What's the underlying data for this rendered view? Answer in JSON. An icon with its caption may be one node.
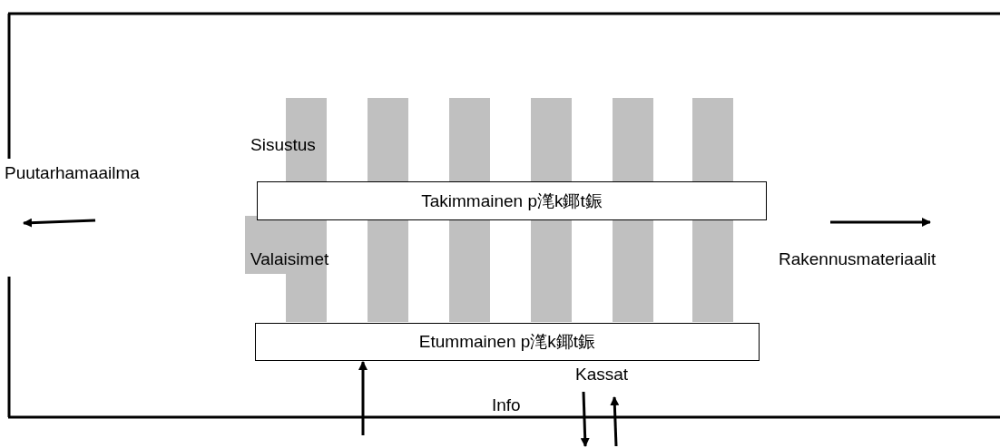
{
  "diagram": {
    "nodes": [
      {
        "text": [
          "Takimmainen p滗k鎁t鋠"
        ]
      },
      {
        "text": [
          "Etummainen p滗k鎁t鋠"
        ]
      }
    ],
    "edges": [
      {
        "from": null,
        "to": 1,
        "arrow": "to"
      }
    ],
    "labels": [
      "Sisustus",
      "Puutarhamaailma",
      "Valaisimet",
      "Rakennusmateriaalit",
      "Kassat",
      "Info"
    ]
  }
}
